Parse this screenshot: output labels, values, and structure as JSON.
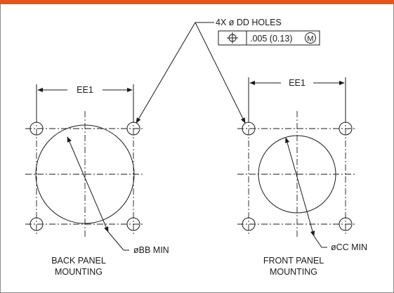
{
  "hole_callout": {
    "label": "4X ø DD HOLES",
    "tolerance_symbol": "⌖",
    "tolerance_value": ".005 (0.13)",
    "modifier": "M"
  },
  "back_panel": {
    "dimension_label": "EE1",
    "diameter_label": "øBB MIN",
    "title_line1": "BACK PANEL",
    "title_line2": "MOUNTING"
  },
  "front_panel": {
    "dimension_label": "EE1",
    "diameter_label": "øCC MIN",
    "title_line1": "FRONT PANEL",
    "title_line2": "MOUNTING"
  },
  "colors": {
    "accent_bar": "#e5541b",
    "ink": "#1a1a1a"
  }
}
